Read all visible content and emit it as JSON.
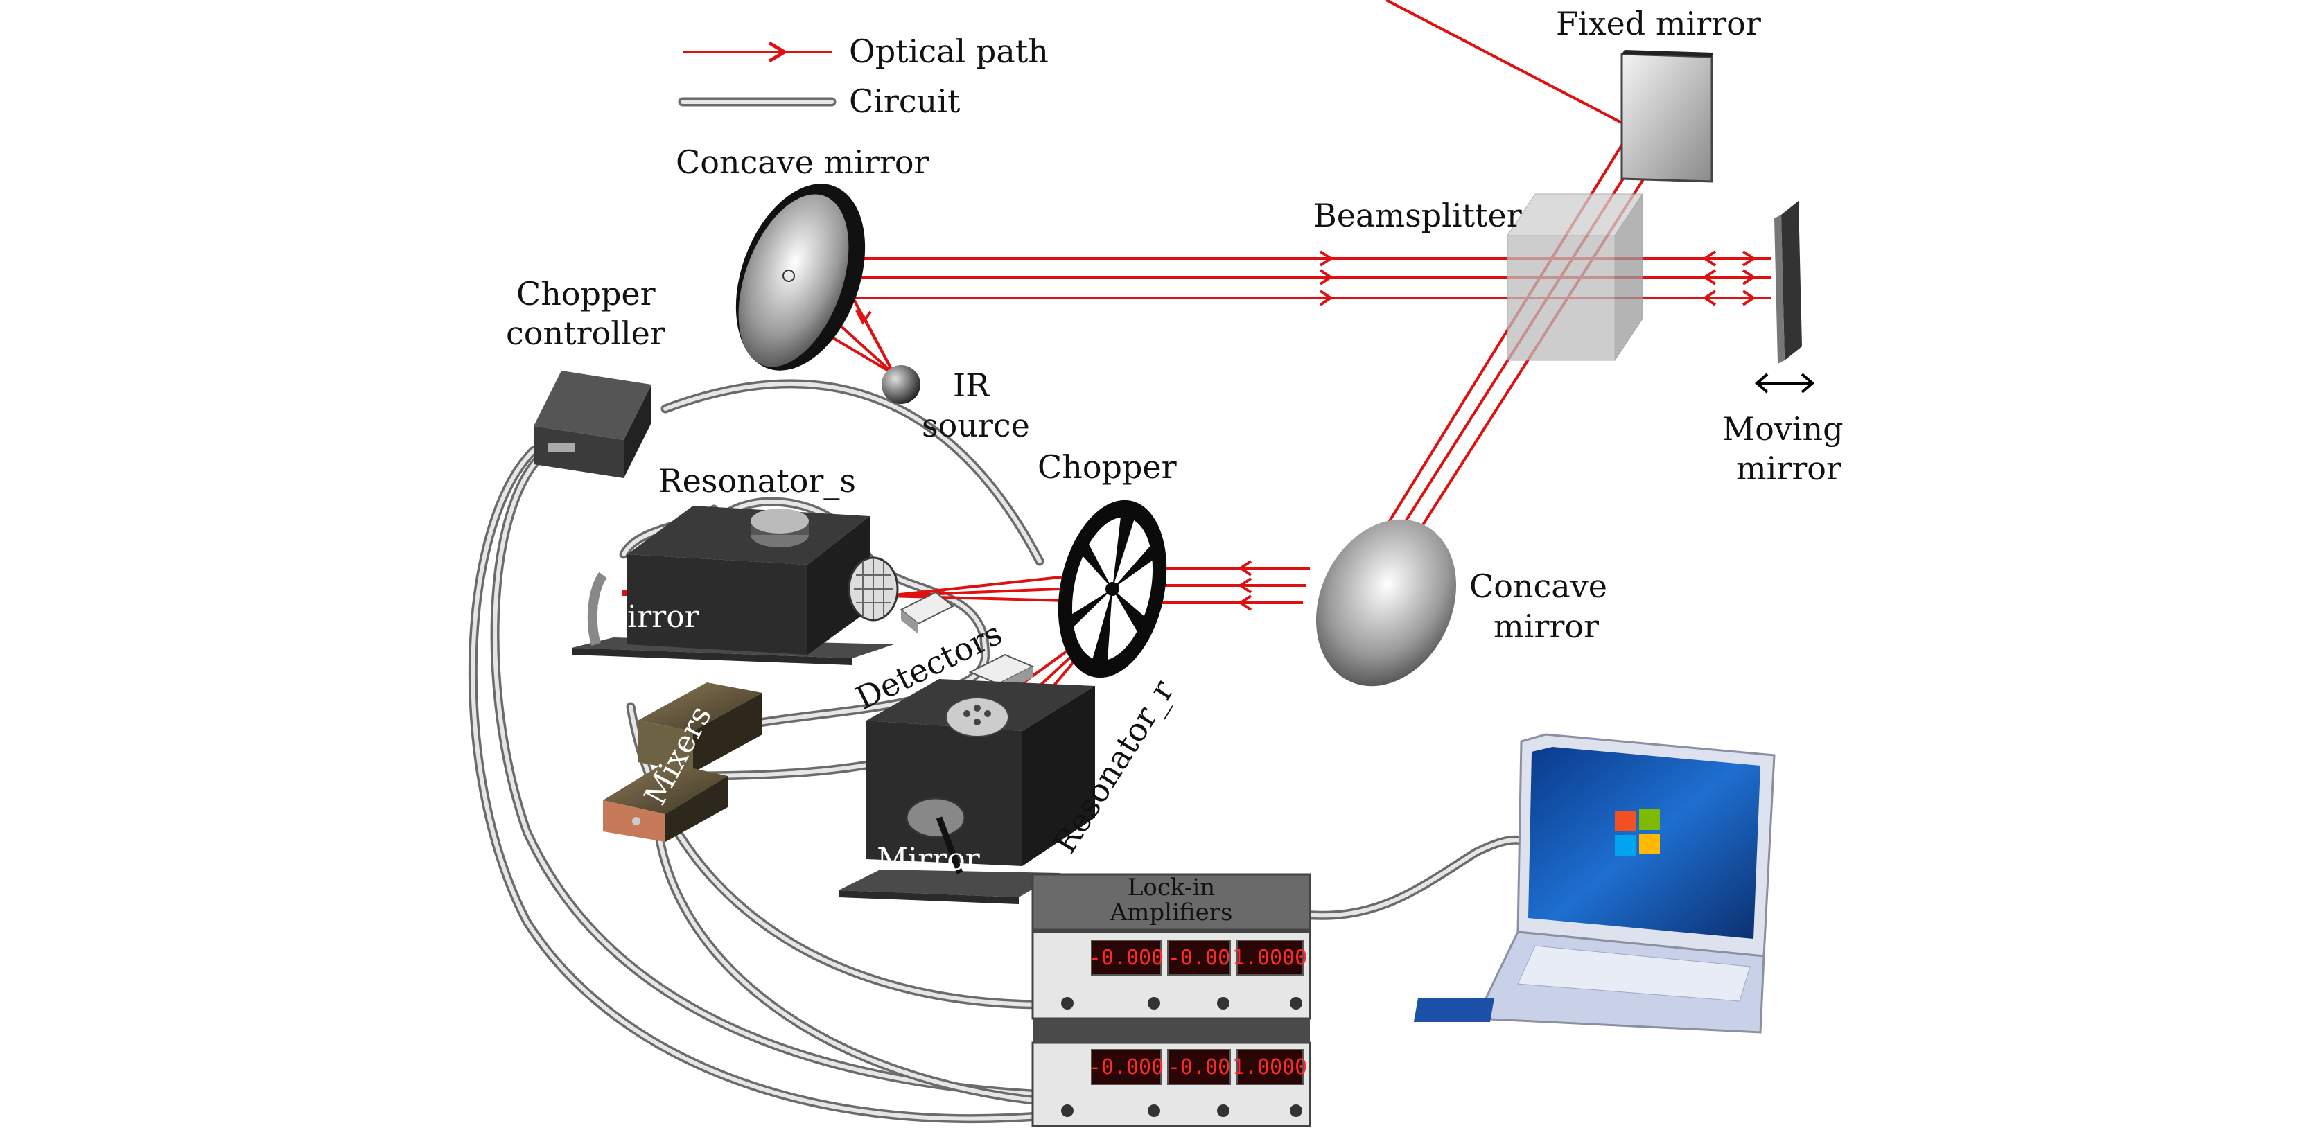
{
  "legend": {
    "optical_path": "Optical path",
    "circuit": "Circuit"
  },
  "labels": {
    "fixed_mirror": "Fixed mirror",
    "concave_mirror_top": "Concave mirror",
    "beamsplitter": "Beamsplitter",
    "chopper_controller_1": "Chopper",
    "chopper_controller_2": "controller",
    "ir_source_1": "IR",
    "ir_source_2": "source",
    "moving_mirror_1": "Moving",
    "moving_mirror_2": "mirror",
    "resonator_s": "Resonator_s",
    "chopper": "Chopper",
    "concave_mirror_right_1": "Concave",
    "concave_mirror_right_2": "mirror",
    "mirror_s": "Mirror",
    "detectors": "Detectors",
    "mixers": "Mixers",
    "resonator_r": "Resonator_r",
    "mirror_r": "Mirror",
    "lockin_1": "Lock-in",
    "lockin_2": "Amplifiers"
  },
  "lockin_readouts": {
    "unit1": [
      "-0.000",
      "-0.00",
      "1.0000"
    ],
    "unit2": [
      "-0.000",
      "-0.00",
      "1.0000"
    ]
  },
  "colors": {
    "optical_path": "#e01010",
    "circuit": "#6b6b6b",
    "device_dark": "#2b2b2b",
    "laptop_screen": "#1e6fd0"
  }
}
